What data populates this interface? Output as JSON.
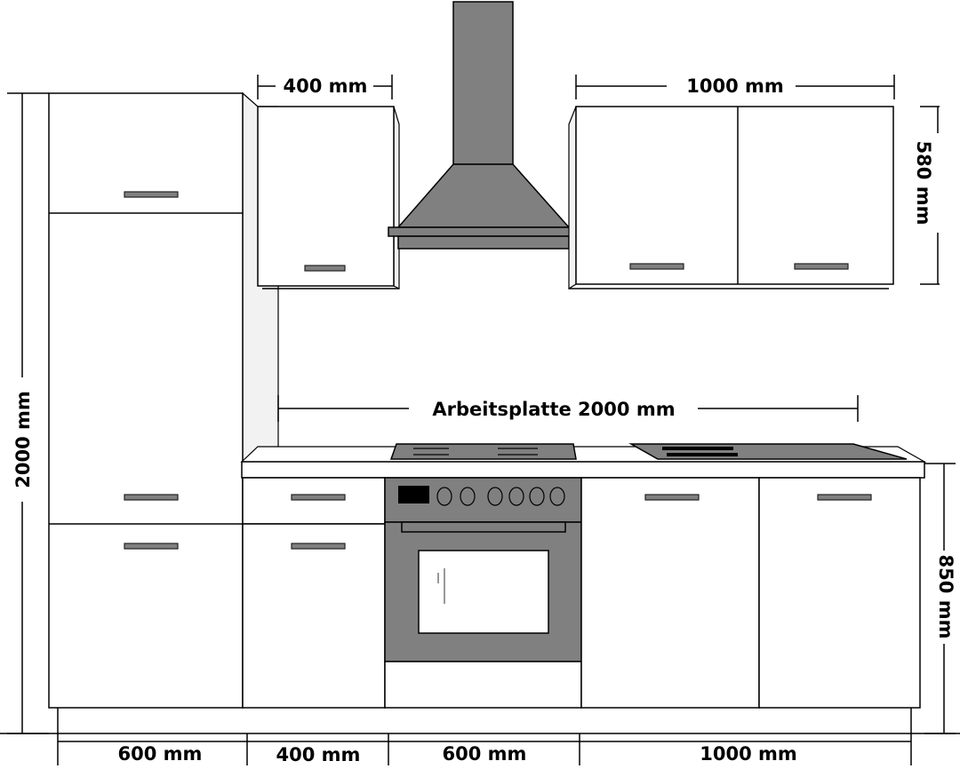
{
  "dimensions": {
    "upper_left_width": "400 mm",
    "upper_right_width": "1000 mm",
    "upper_height": "580 mm",
    "total_height": "2000 mm",
    "worktop": "Arbeitsplatte 2000 mm",
    "base_height": "850 mm",
    "bottom": [
      "600 mm",
      "400 mm",
      "600 mm",
      "1000 mm"
    ]
  },
  "colors": {
    "appliance_gray": "#808080",
    "line": "#000000",
    "cabinet": "#ffffff"
  }
}
